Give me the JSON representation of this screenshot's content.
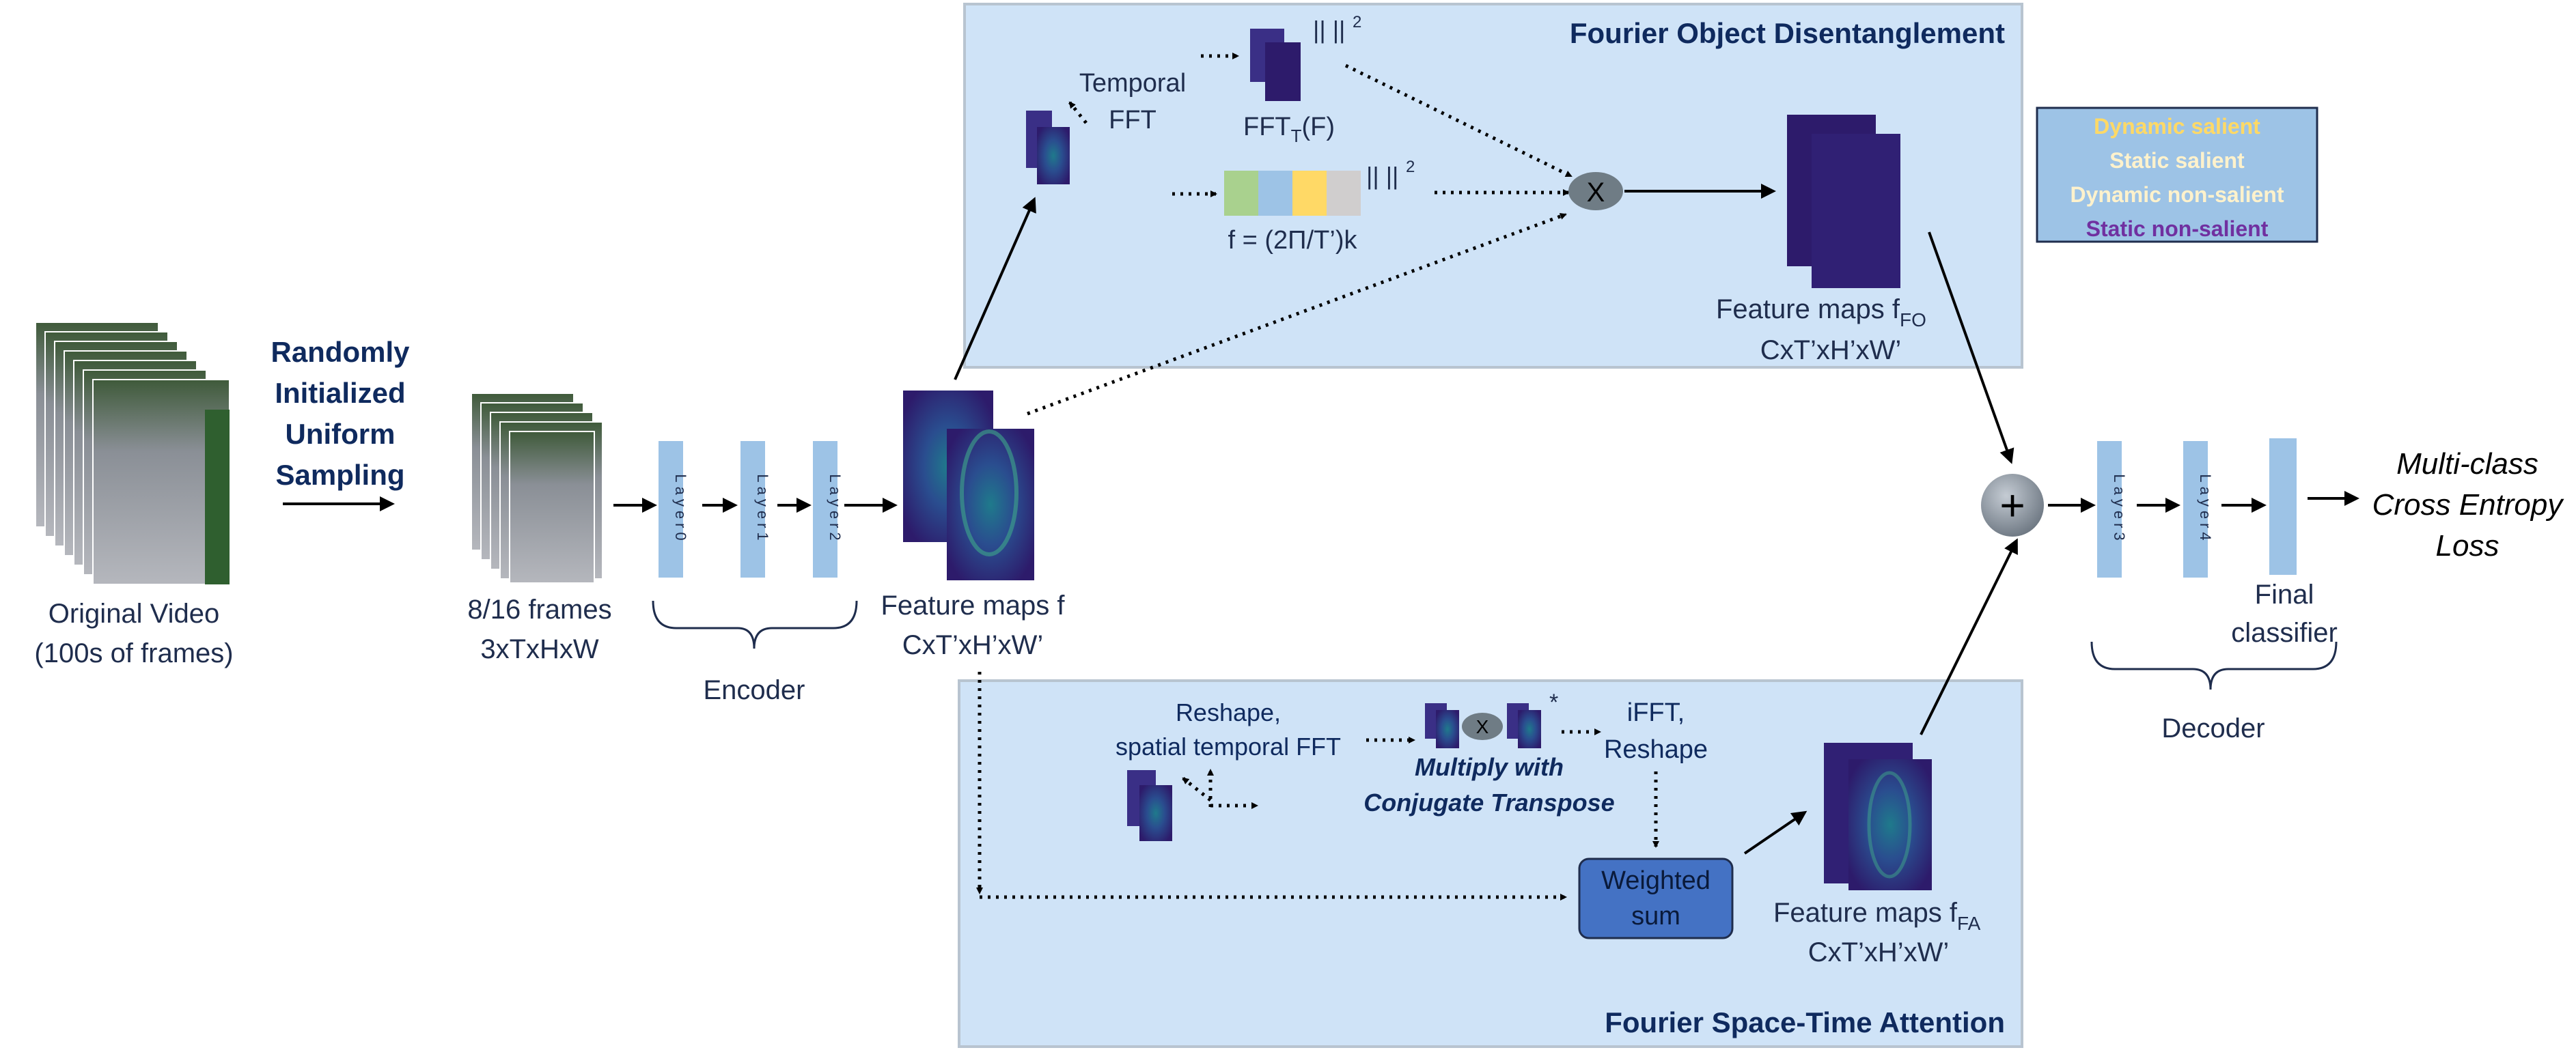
{
  "fod": {
    "title": "Fourier Object Disentanglement",
    "temporal_fft_1": "Temporal",
    "temporal_fft_2": "FFT",
    "norm_a": "|| ||",
    "norm_b": "|| ||",
    "sq": "2",
    "fft_label_main": "FFT",
    "fft_label_sub": "T",
    "fft_label_end": "(F)",
    "freq_formula": "f = (2Π/T’)k",
    "multiply_symbol": "X",
    "fmap_label_main": "Feature maps f",
    "fmap_label_sub": "FO",
    "fmap_dims": "CxT’xH’xW’"
  },
  "fsta": {
    "title": "Fourier Space-Time Attention",
    "reshape_1": "Reshape,",
    "reshape_2": "spatial temporal FFT",
    "multiply_symbol": "X",
    "conj_star": "*",
    "multiply_label_1": "Multiply with",
    "multiply_label_2": "Conjugate Transpose",
    "ifft_1": "iFFT,",
    "ifft_2": "Reshape",
    "weighted_1": "Weighted",
    "weighted_2": "sum",
    "fmap_label_main": "Feature maps f",
    "fmap_label_sub": "FA",
    "fmap_dims": "CxT’xH’xW’"
  },
  "legend": {
    "items": [
      {
        "label": "Dynamic salient",
        "color": "#ffd966"
      },
      {
        "label": "Static salient",
        "color": "#fff2cc"
      },
      {
        "label": "Dynamic non-salient",
        "color": "#fff2cc"
      },
      {
        "label": "Static non-salient",
        "color": "#7030a0"
      }
    ]
  },
  "input": {
    "video_1": "Original Video",
    "video_2": "(100s of frames)",
    "sampling_1": "Randomly",
    "sampling_2": "Initialized",
    "sampling_3": "Uniform",
    "sampling_4": "Sampling",
    "frames_1": "8/16 frames",
    "frames_2": "3xTxHxW"
  },
  "encoder": {
    "label": "Encoder",
    "layers": [
      "Layer0",
      "Layer1",
      "Layer2"
    ]
  },
  "feature_maps": {
    "label_1": "Feature maps f",
    "label_2": "CxT’xH’xW’"
  },
  "fusion": {
    "symbol": "+"
  },
  "decoder": {
    "label": "Decoder",
    "layers": [
      "Layer3",
      "Layer4"
    ],
    "classifier_1": "Final",
    "classifier_2": "classifier"
  },
  "loss": {
    "line_1": "Multi-class",
    "line_2": "Cross Entropy",
    "line_3": "Loss"
  },
  "colors": {
    "panel_fill": "#cfe3f7",
    "panel_border": "#b8c4d0",
    "layer_fill": "#9dc3e6",
    "legend_fill": "#9dc3e6",
    "navy_text": "#0f2a5e",
    "weighted_fill": "#4472c4",
    "feature_map_fill": "#2d1b6b",
    "freq_blocks": [
      "#a9d18e",
      "#9dc3e6",
      "#ffd966",
      "#d0cece"
    ]
  }
}
